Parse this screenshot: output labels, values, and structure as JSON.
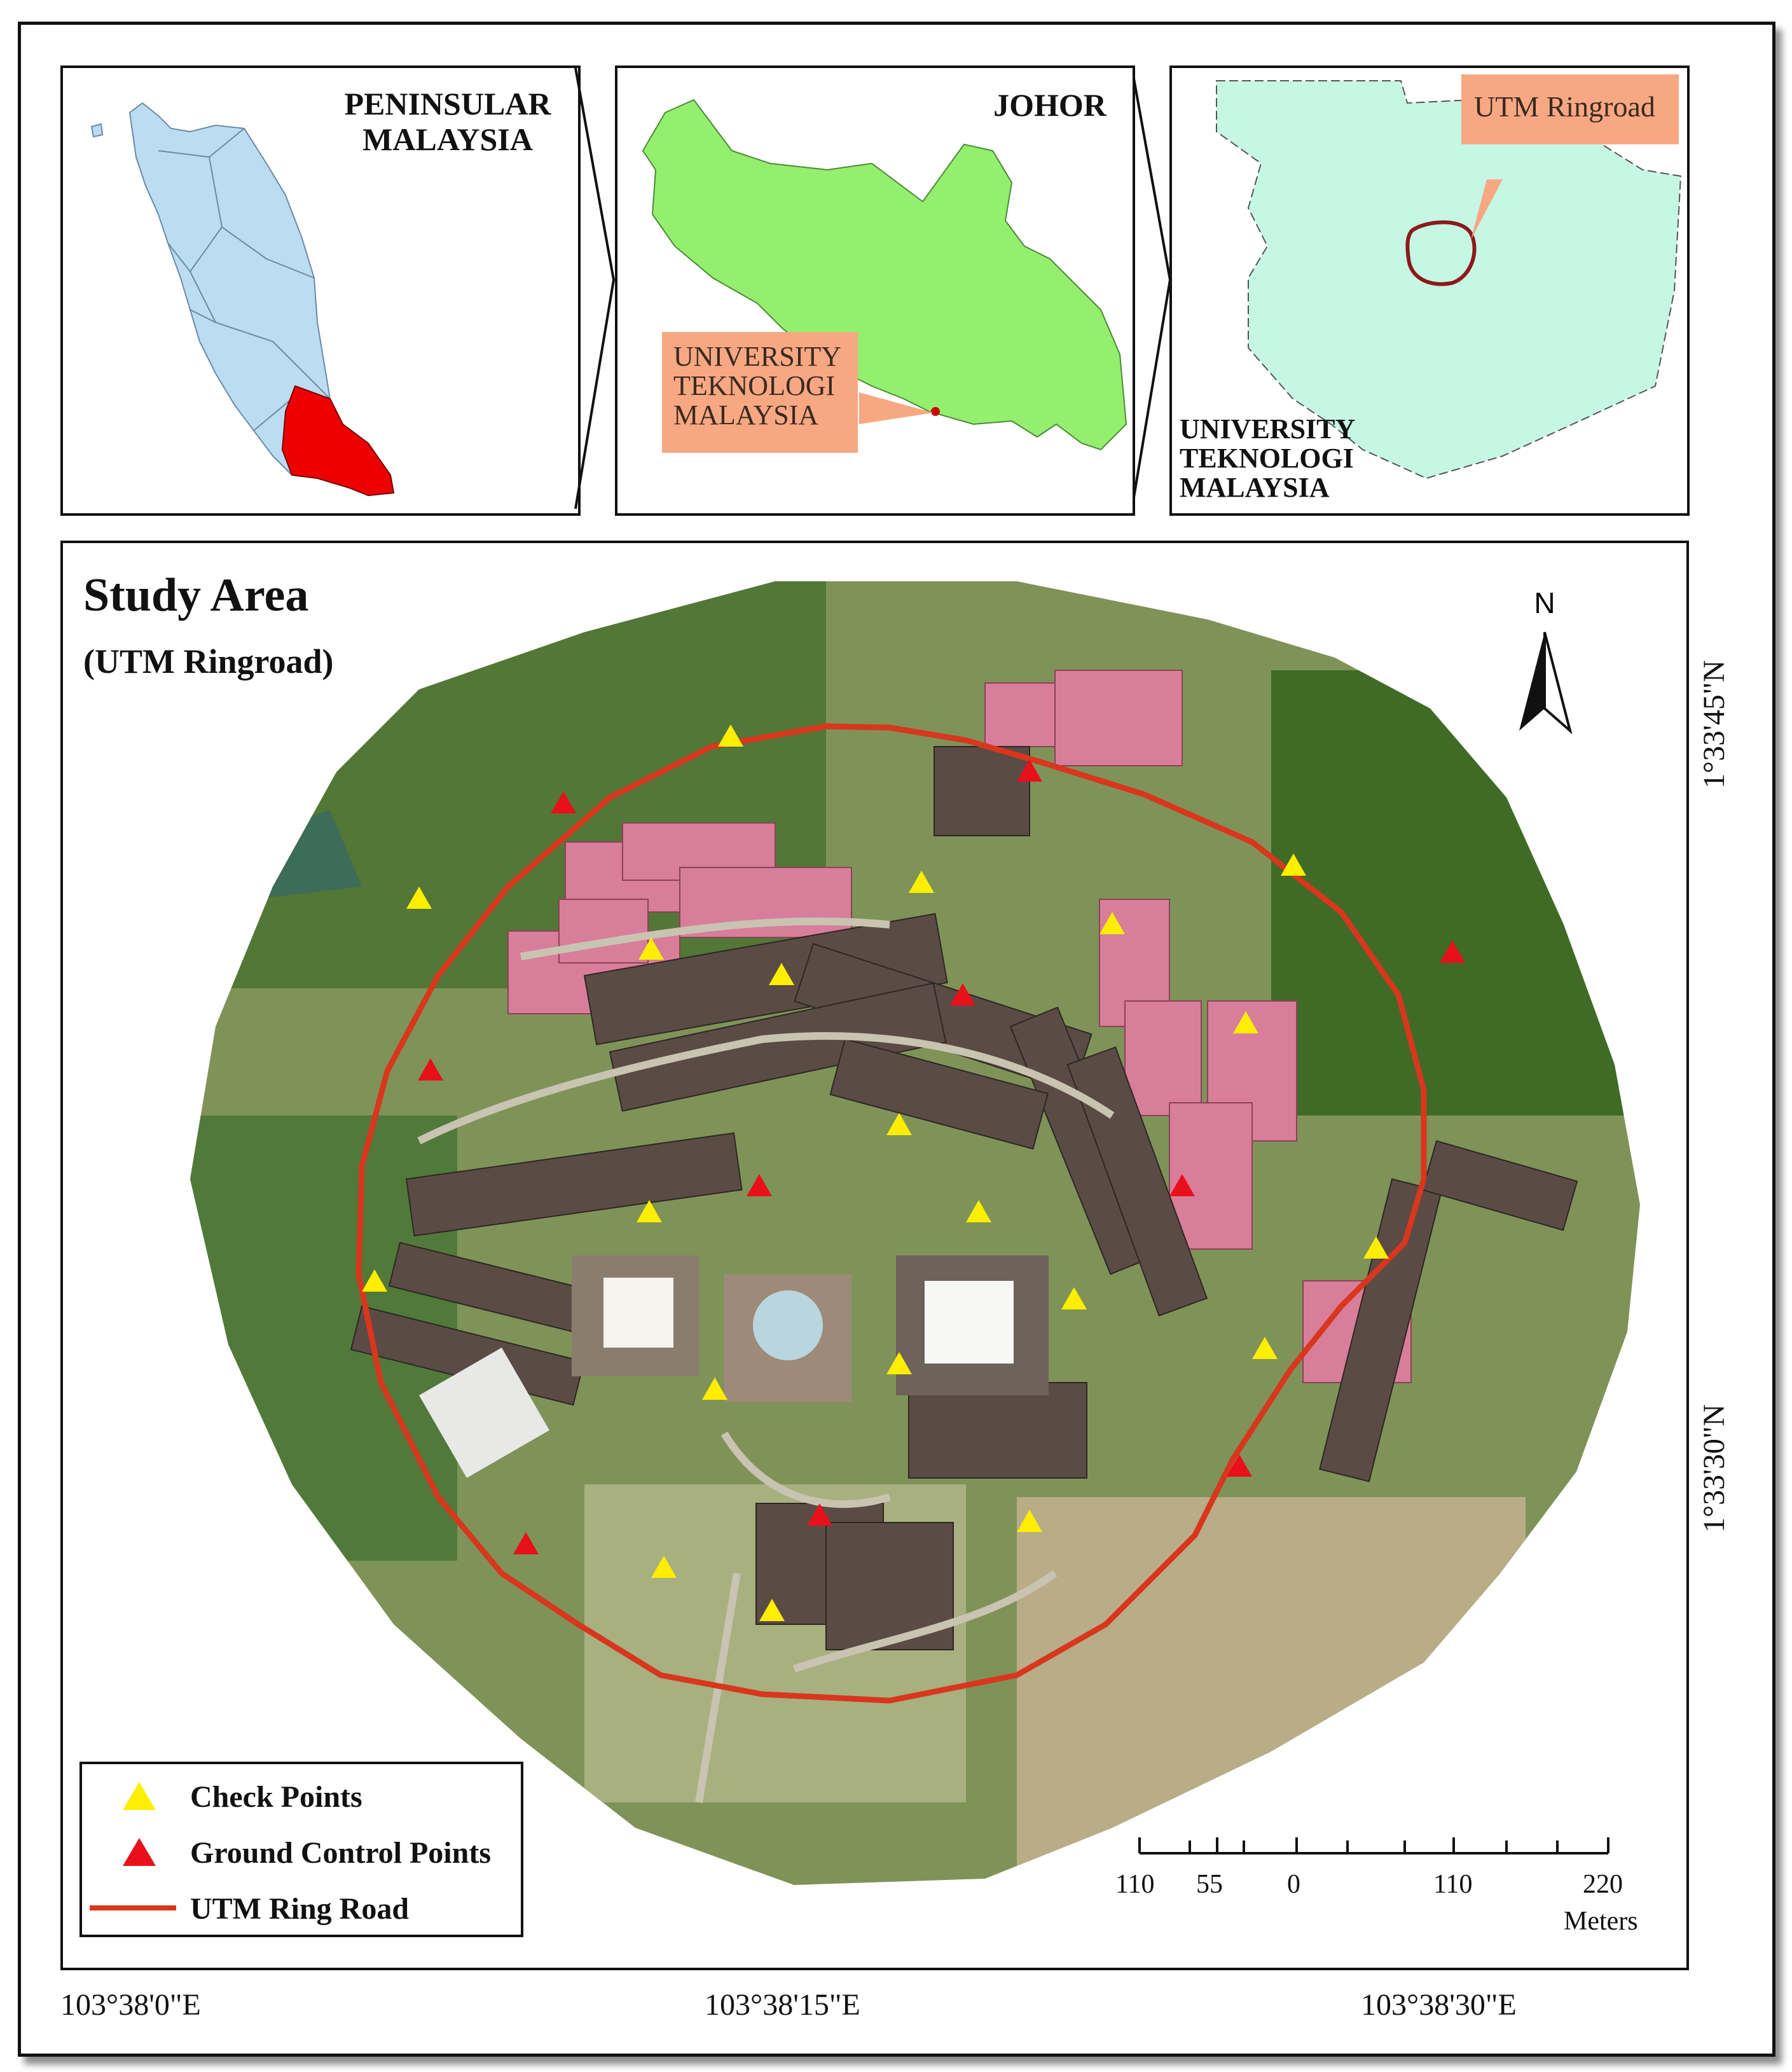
{
  "inset_maps": {
    "peninsular": {
      "title_line1": "PENINSULAR",
      "title_line2": "MALAYSIA"
    },
    "johor": {
      "title": "JOHOR",
      "callout_line1": "UNIVERSITY",
      "callout_line2": "TEKNOLOGI",
      "callout_line3": "MALAYSIA"
    },
    "campus": {
      "callout": "UTM Ringroad",
      "label_line1": "UNIVERSITY",
      "label_line2": "TEKNOLOGI",
      "label_line3": "MALAYSIA"
    }
  },
  "study_area": {
    "title": "Study Area",
    "subtitle": "(UTM Ringroad)",
    "north_label": "N"
  },
  "legend": {
    "items": [
      {
        "label": "Check Points",
        "color": "#ffee00"
      },
      {
        "label": "Ground Control Points",
        "color": "#e8101a"
      },
      {
        "label": "UTM Ring Road",
        "color": "#d9361e"
      }
    ]
  },
  "scale_bar": {
    "ticks": [
      "110",
      "55",
      "0",
      "110",
      "220"
    ],
    "unit": "Meters"
  },
  "coordinates": {
    "latitude": [
      "1°33'45\"N",
      "1°33'30\"N"
    ],
    "longitude": [
      "103°38'0\"E",
      "103°38'15\"E",
      "103°38'30\"E"
    ]
  },
  "colors": {
    "peninsula": "#bcdcf2",
    "johor_highlight": "#ee0000",
    "johor_fill": "#95ef6f",
    "campus_fill": "#c6f7e4",
    "callout": "#f7a882",
    "ring_road": "#d9361e",
    "check_point": "#ffee00",
    "ground_control_point": "#e8101a"
  }
}
